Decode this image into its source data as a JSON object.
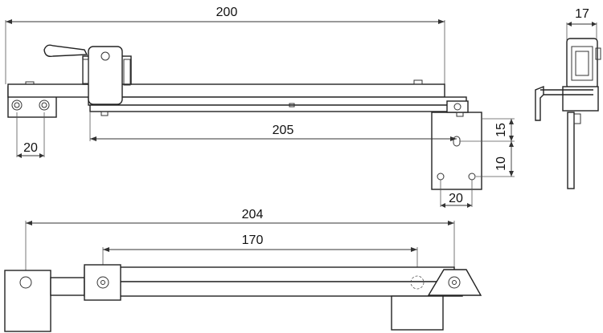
{
  "drawing": {
    "dimensions": {
      "overall_length": "200",
      "side_width": "17",
      "hole_spacing_left": "20",
      "arm_length": "205",
      "bracket_height_top": "15",
      "bracket_height_bottom": "10",
      "hole_spacing_bracket": "20",
      "bottom_overall_length": "204",
      "bottom_pivot_spacing": "170"
    }
  }
}
